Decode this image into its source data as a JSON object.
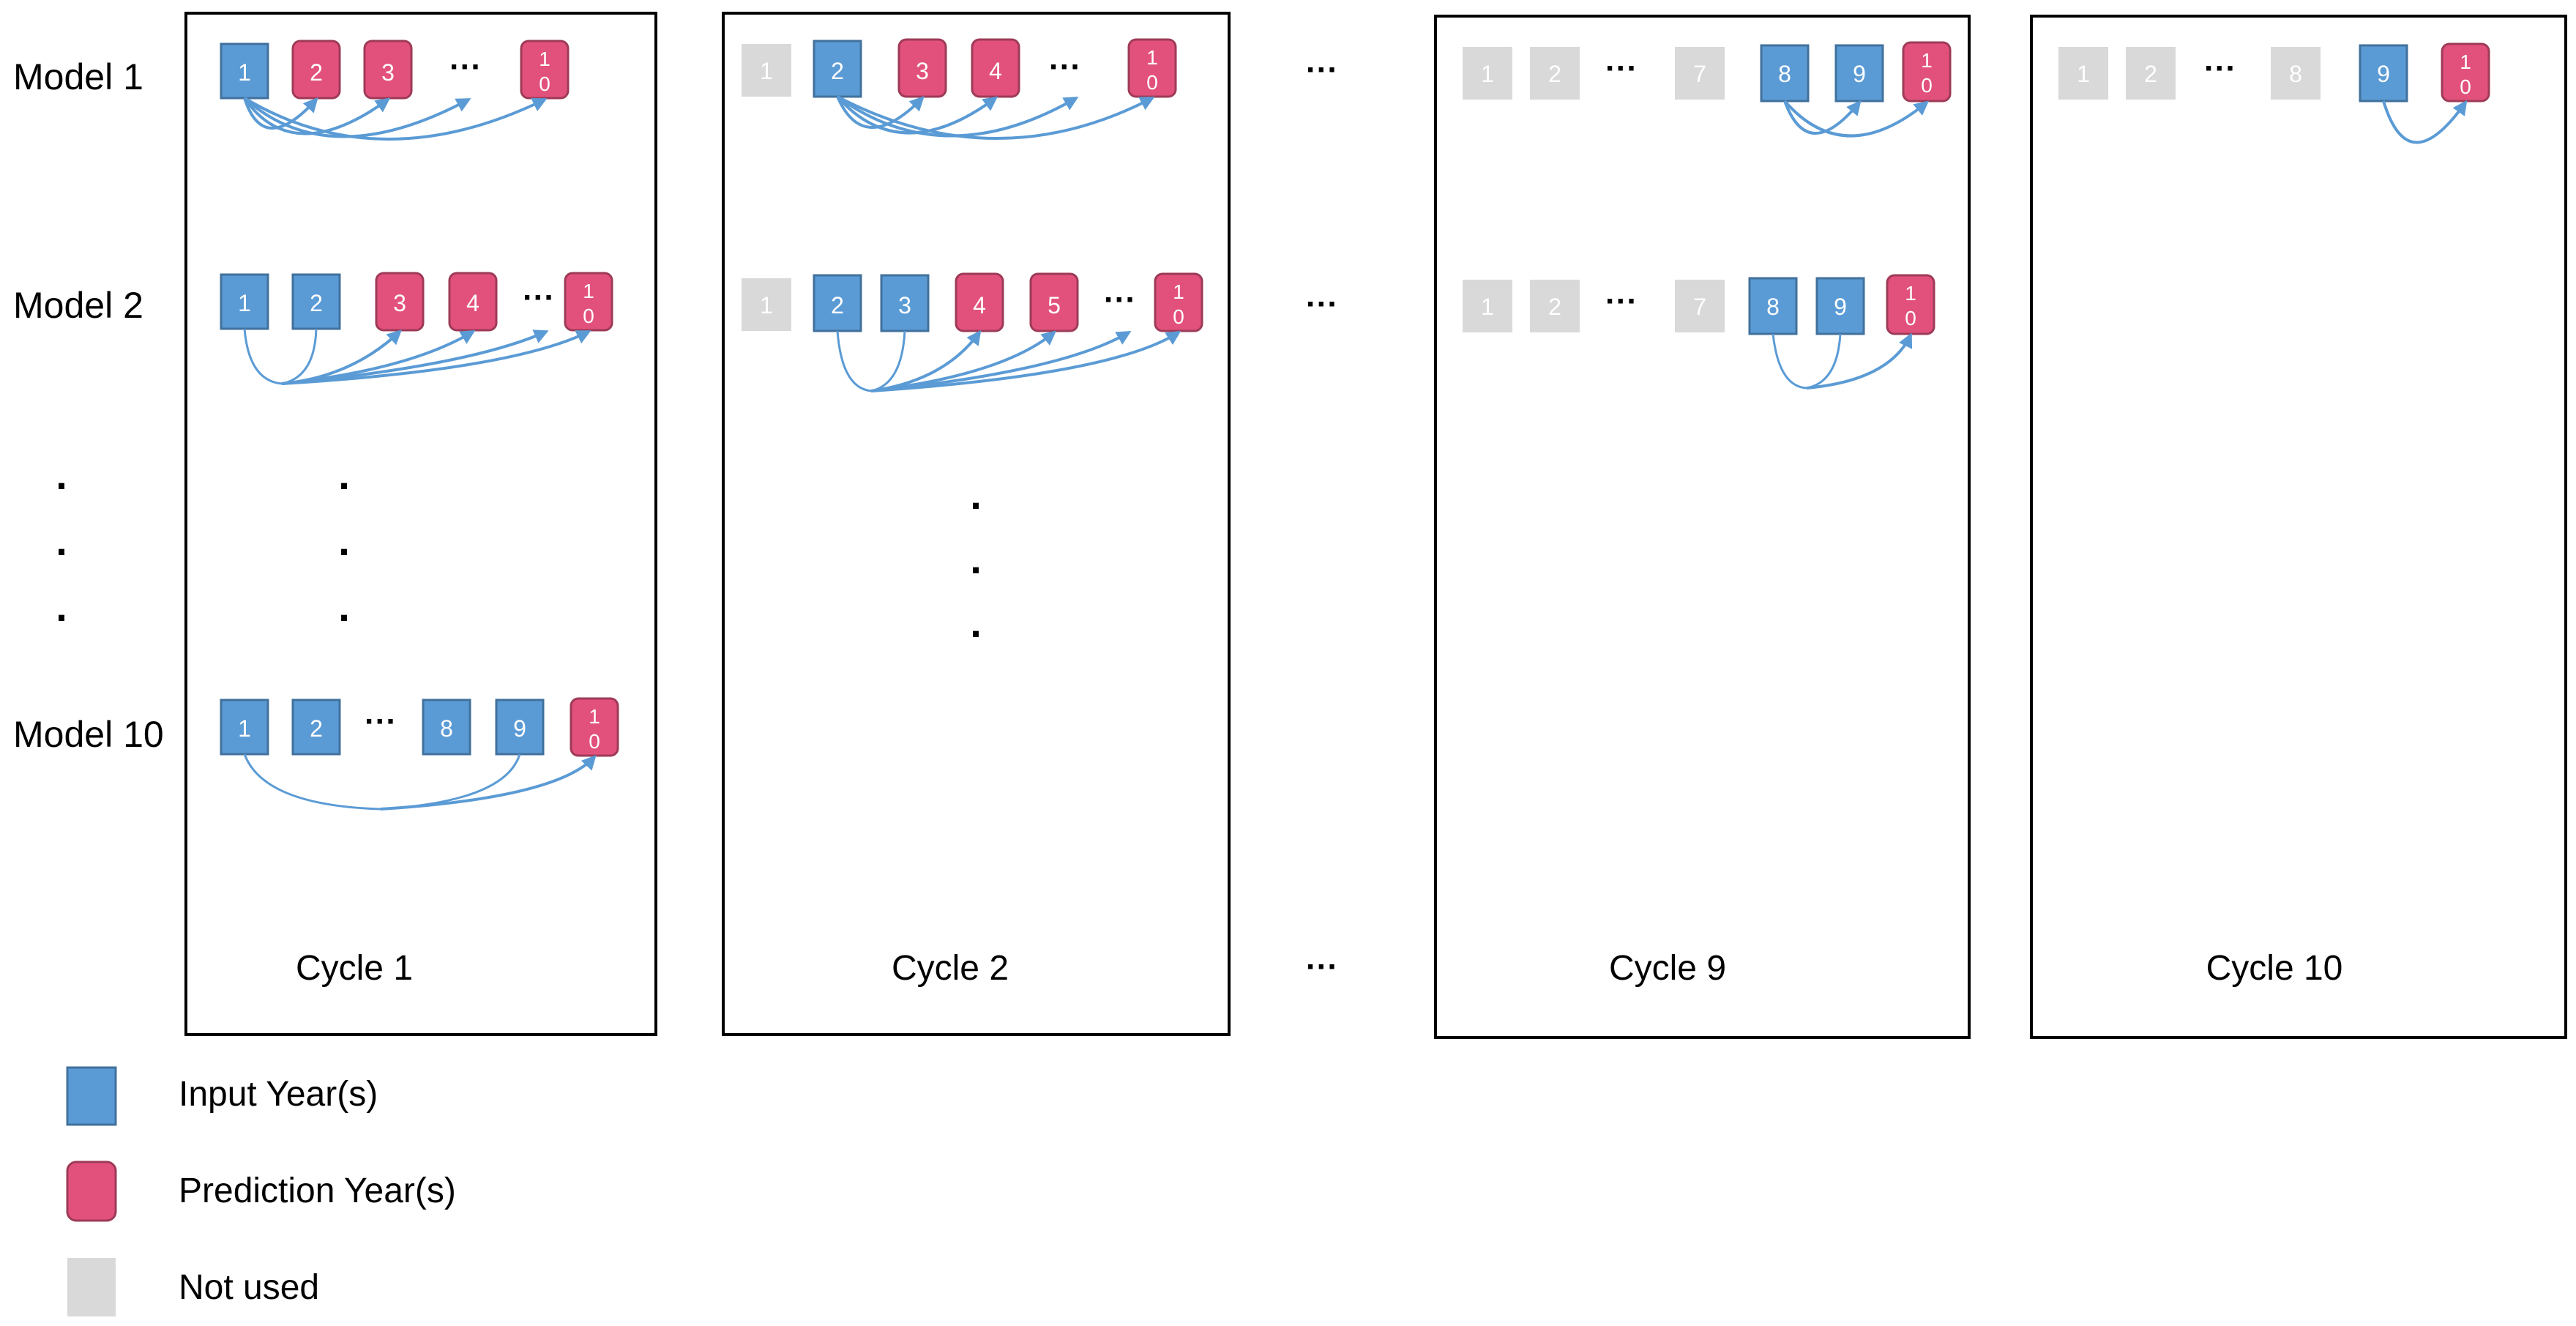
{
  "row_labels": [
    "Model 1",
    "Model 2",
    "Model 10"
  ],
  "vertical_dots": ".",
  "ellipsis": "···",
  "cycles": [
    "Cycle 1",
    "Cycle 2",
    "Cycle 9",
    "Cycle 10"
  ],
  "legend": [
    {
      "label": "Input Year(s)",
      "kind": "input"
    },
    {
      "label": "Prediction Year(s)",
      "kind": "prediction"
    },
    {
      "label": "Not used",
      "kind": "unused"
    }
  ],
  "colors": {
    "input": "#5b9bd5",
    "input_border": "#41719c",
    "prediction": "#e2517c",
    "prediction_border": "#9e3a57",
    "unused": "#d9d9d9",
    "arrow": "#5b9bd5",
    "frame": "#000000"
  },
  "numbers": {
    "one": "1",
    "two": "2",
    "three": "3",
    "four": "4",
    "five": "5",
    "seven": "7",
    "eight": "8",
    "nine": "9",
    "ten_top": "1",
    "ten_bottom": "0"
  }
}
